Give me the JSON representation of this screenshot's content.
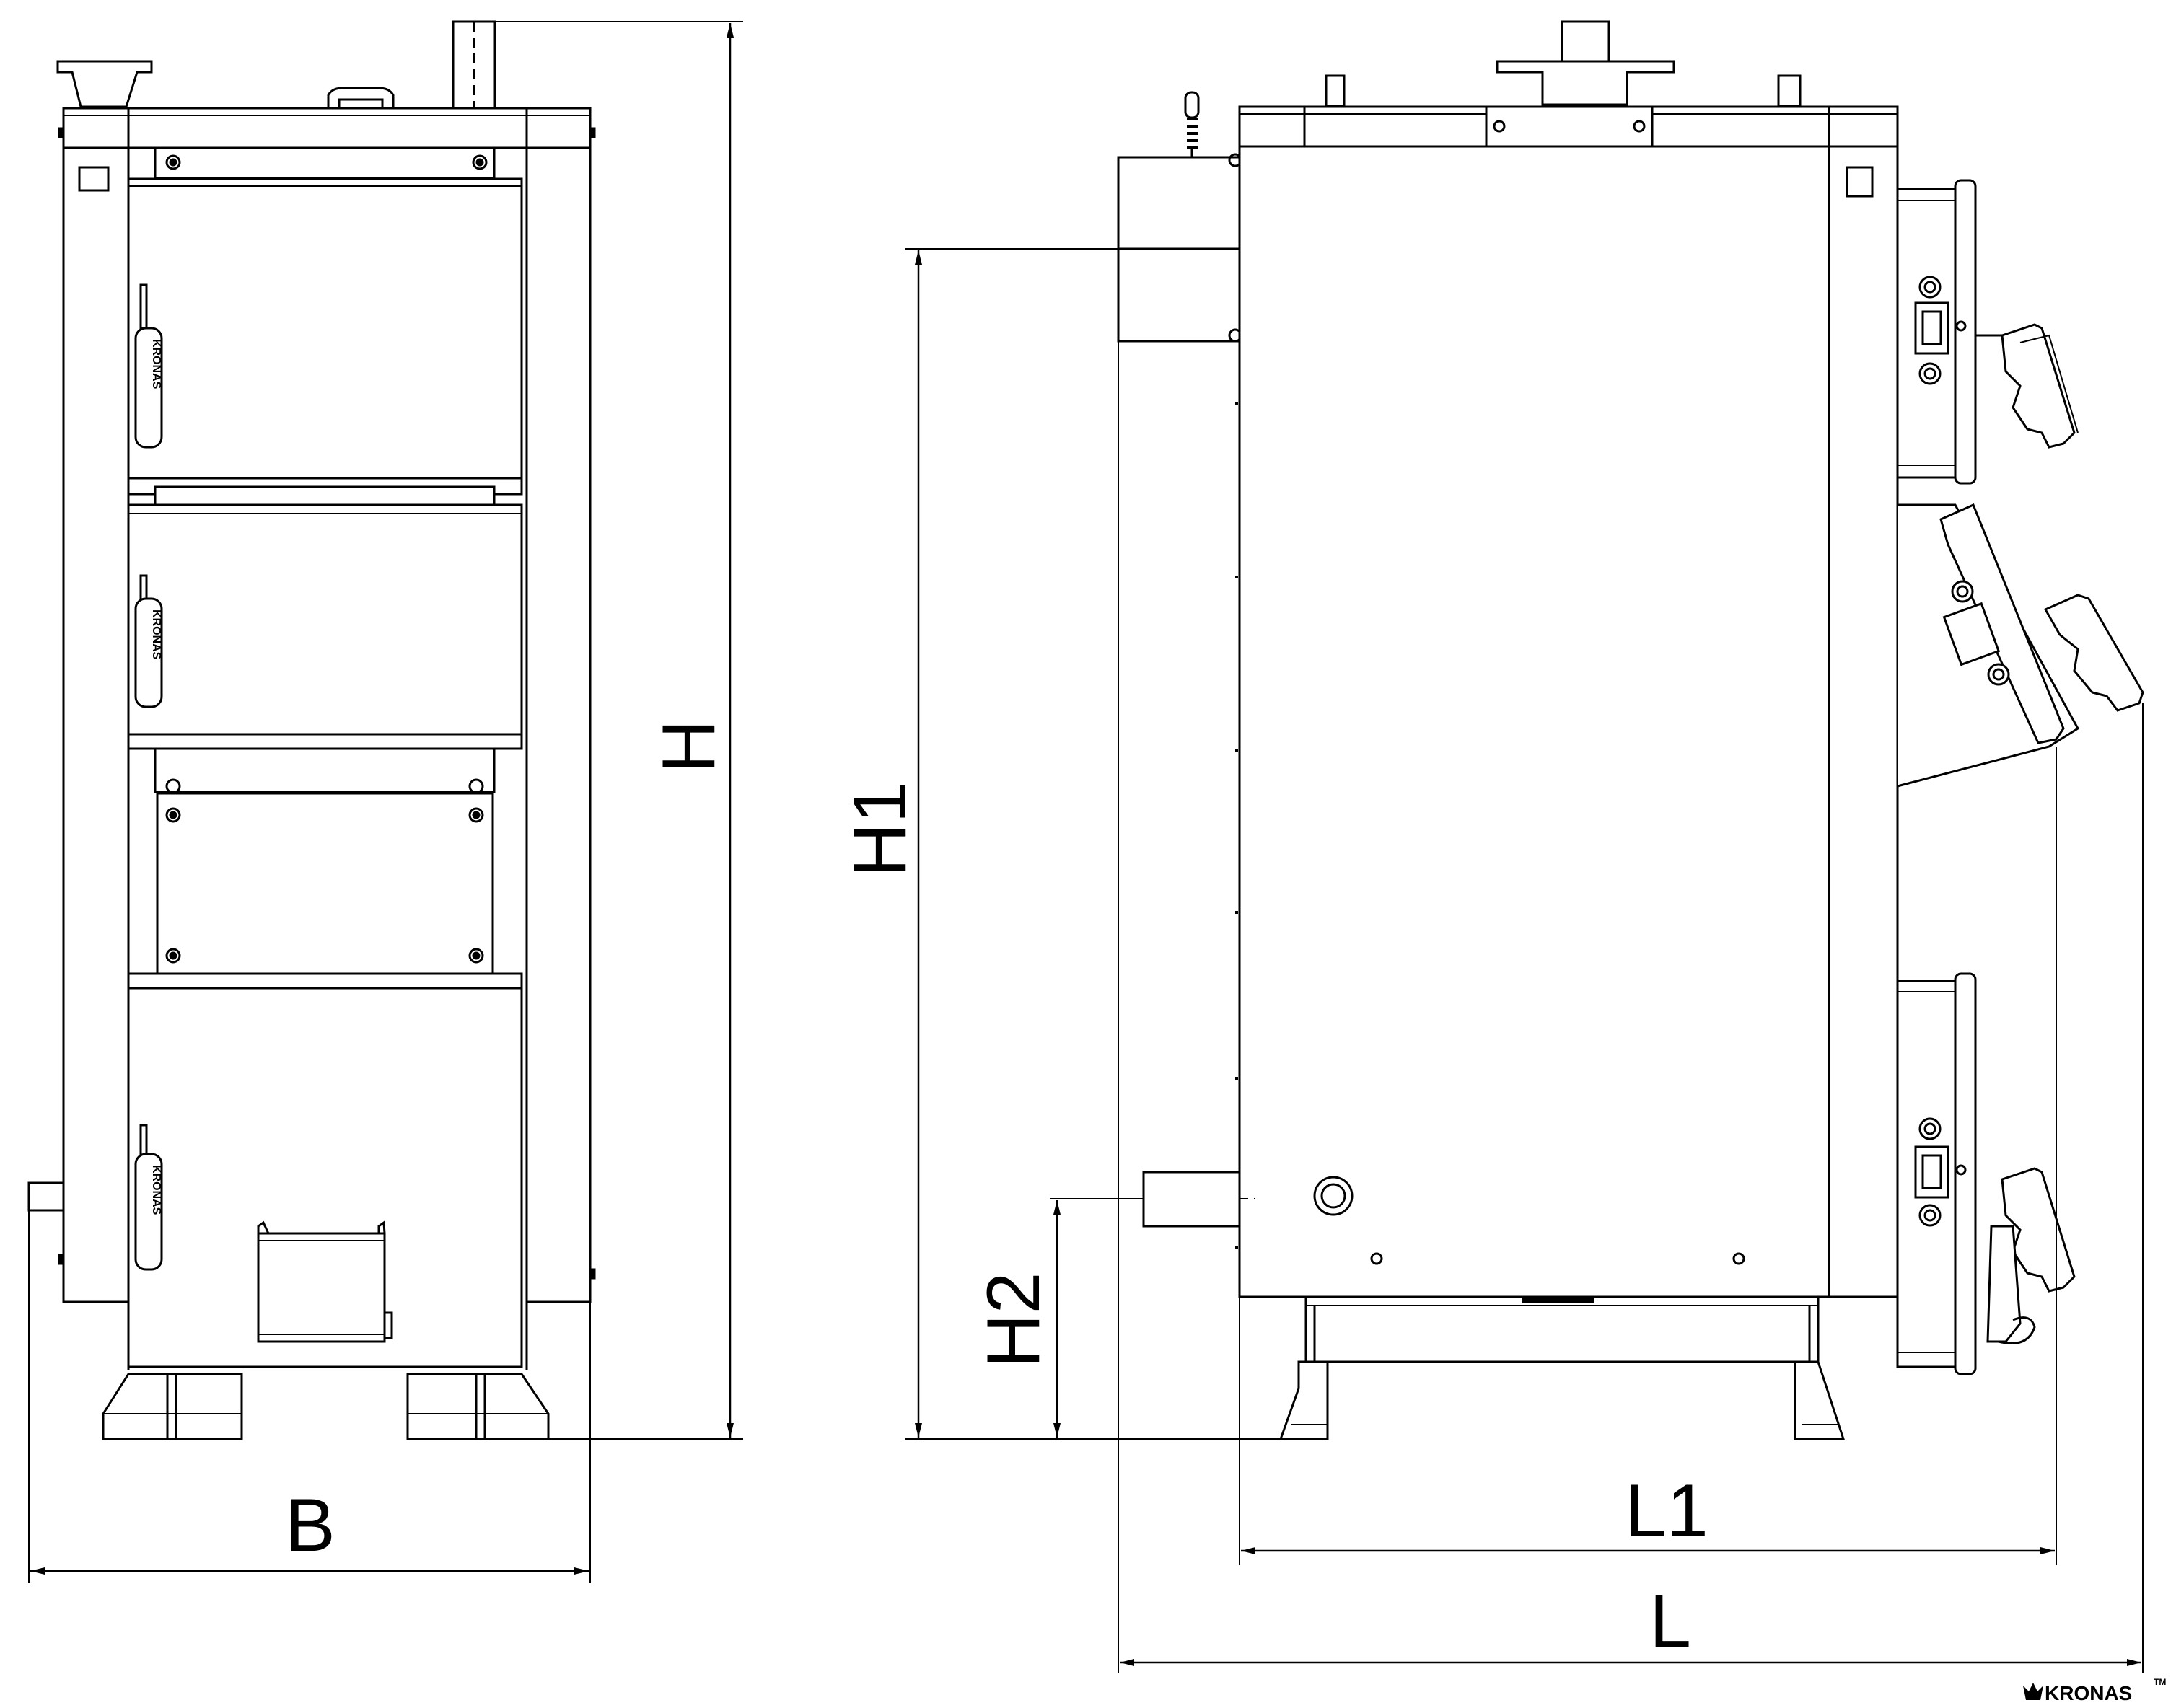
{
  "dimensions": {
    "width_label": "B",
    "height_label": "H",
    "height1_label": "H1",
    "height2_label": "H2",
    "length1_label": "L1",
    "length_label": "L"
  },
  "door_brand_label": "KRONAS",
  "logo": {
    "text": "KRONAS",
    "trademark": "TM"
  },
  "colors": {
    "line": "#000000",
    "background": "#ffffff",
    "frame_fill": "#ffffff"
  }
}
